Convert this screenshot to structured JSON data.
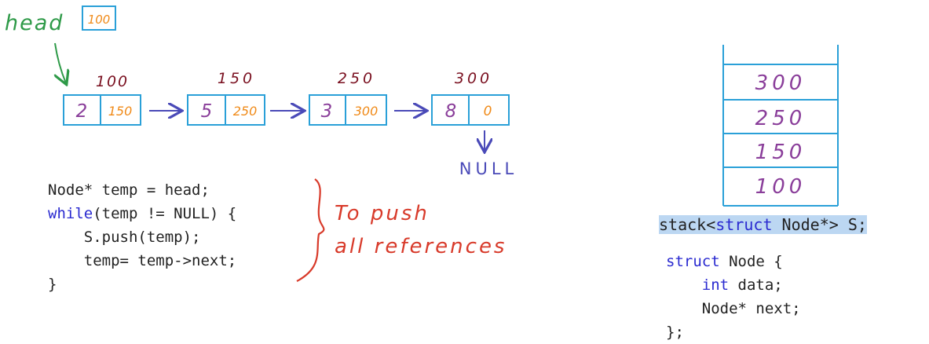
{
  "head": {
    "label": "head",
    "value": "100"
  },
  "nodes": [
    {
      "address": "100",
      "data": "2",
      "next": "150"
    },
    {
      "address": "150",
      "data": "5",
      "next": "250"
    },
    {
      "address": "250",
      "data": "3",
      "next": "300"
    },
    {
      "address": "300",
      "data": "8",
      "next": "0"
    }
  ],
  "null_label": "NULL",
  "stack": {
    "items": [
      "300",
      "250",
      "150",
      "100"
    ]
  },
  "loop_code": {
    "l1": "Node* temp = head;",
    "l2_kw": "while",
    "l2_rest": "(temp != NULL) {",
    "l3": "    S.push(temp);",
    "l4": "    temp= temp->next;",
    "l5": "}"
  },
  "annotation": {
    "line1": "To push",
    "line2": "all references"
  },
  "stack_decl": {
    "pre": "stack<",
    "kw": "struct",
    "post": " Node*> S;"
  },
  "struct_code": {
    "l1_kw": "struct",
    "l1_rest": " Node {",
    "l2_kw": "int",
    "l2_rest": " data;",
    "l3": "    Node* next;",
    "l4": "};"
  },
  "colors": {
    "box": "#2aa0d8",
    "data": "#8a3e9a",
    "next": "#f08a18",
    "address": "#7a1020",
    "arrow": "#4a4ab8",
    "head": "#2e9a48",
    "annotation": "#d83a2a",
    "stack_item": "#8a3e9a"
  }
}
